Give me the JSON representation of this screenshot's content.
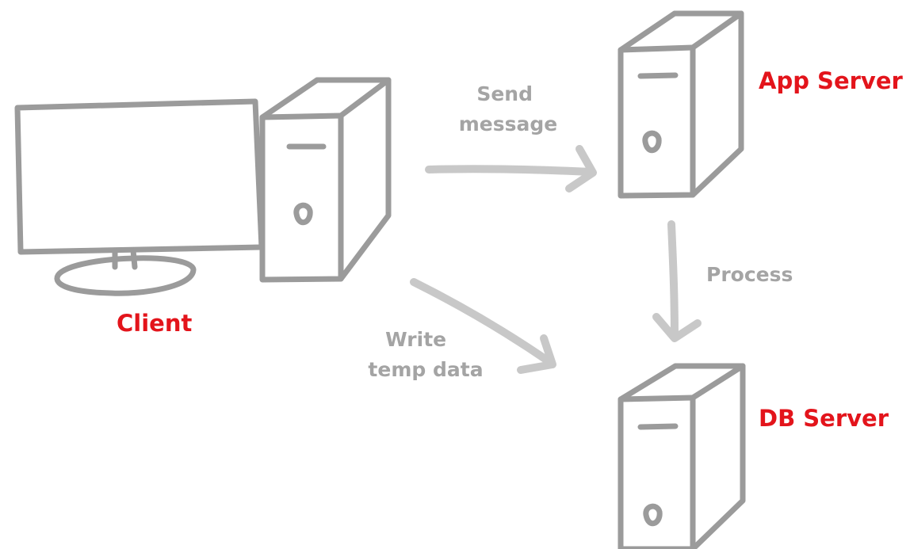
{
  "nodes": {
    "client": {
      "label": "Client"
    },
    "app_server": {
      "label": "App Server"
    },
    "db_server": {
      "label": "DB Server"
    }
  },
  "edges": {
    "send_message": {
      "label_lines": [
        "Send",
        "message"
      ]
    },
    "process": {
      "label": "Process"
    },
    "write_temp_data": {
      "label_lines": [
        "Write",
        "temp data"
      ]
    }
  },
  "colors": {
    "node_label": "#e3141b",
    "edge_label": "#a4a4a4",
    "outline": "#9b9b9b",
    "arrow": "#c8c8c8"
  }
}
